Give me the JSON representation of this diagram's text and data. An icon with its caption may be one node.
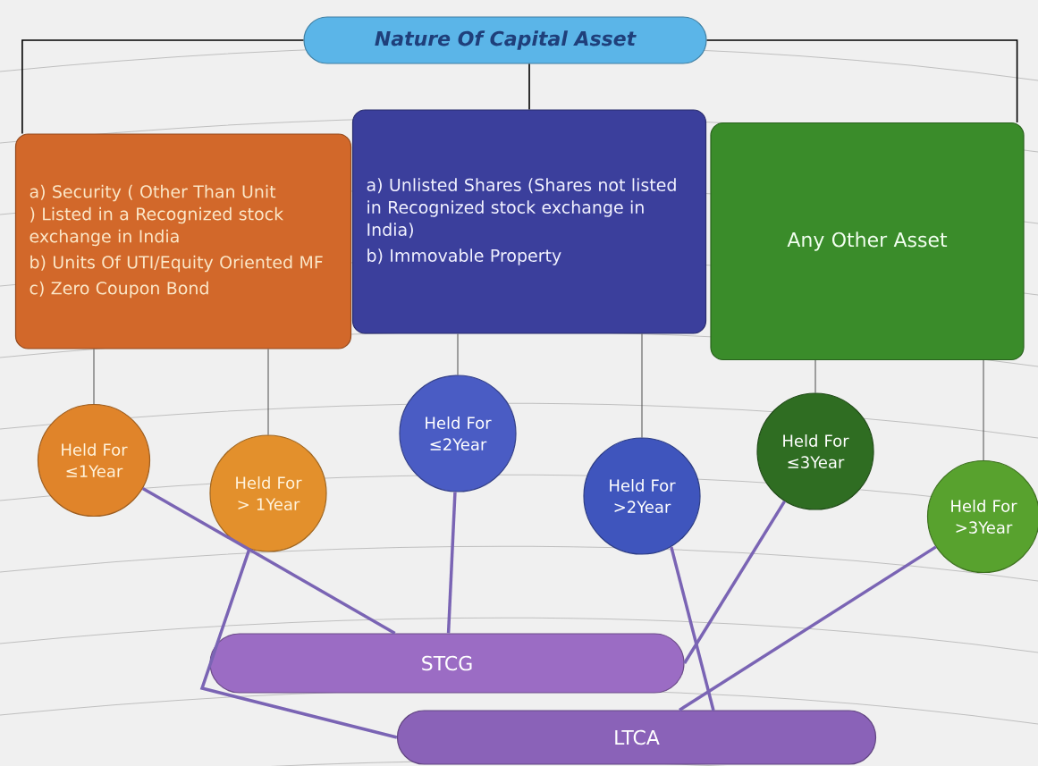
{
  "diagram": {
    "nodes": [
      {
        "text": [
          "Nature Of Capital Asset"
        ]
      },
      {
        "text": [
          "a) Security ( Other Than Unit ) Listed in a Recognized stock exchange in India",
          "b) Units Of UTI/Equity Oriented MF",
          "c) Zero Coupon Bond"
        ]
      },
      {
        "text": [
          "a) Unlisted Shares (Shares not listed in Recognized stock exchange in India)",
          "b) Immovable Property"
        ]
      },
      {
        "text": [
          "Any Other Asset"
        ]
      },
      {
        "text": [
          "Held For ≤1Year"
        ]
      },
      {
        "text": [
          "Held For > 1Year"
        ]
      },
      {
        "text": [
          "Held For ≤2Year"
        ]
      },
      {
        "text": [
          "Held For >2Year"
        ]
      },
      {
        "text": [
          "Held For ≤3Year"
        ]
      },
      {
        "text": [
          "Held For >3Year"
        ]
      },
      {
        "text": [
          "STCG"
        ]
      },
      {
        "text": [
          "LTCA"
        ]
      }
    ],
    "edges": [
      {
        "from": 0,
        "to": 1,
        "arrow": "none"
      },
      {
        "from": 0,
        "to": 2,
        "arrow": "none"
      },
      {
        "from": 0,
        "to": 3,
        "arrow": "none"
      },
      {
        "from": 1,
        "to": 4,
        "arrow": "none"
      },
      {
        "from": 1,
        "to": 5,
        "arrow": "none"
      },
      {
        "from": 2,
        "to": 6,
        "arrow": "none"
      },
      {
        "from": 2,
        "to": 7,
        "arrow": "none"
      },
      {
        "from": 3,
        "to": 8,
        "arrow": "none"
      },
      {
        "from": 3,
        "to": 9,
        "arrow": "none"
      },
      {
        "from": 4,
        "to": 10,
        "arrow": "none",
        "style": "thick",
        "color": "#7a64b4"
      },
      {
        "from": 5,
        "to": 11,
        "arrow": "none",
        "style": "thick",
        "color": "#7a64b4"
      },
      {
        "from": 6,
        "to": 10,
        "arrow": "none",
        "style": "thick",
        "color": "#7a64b4"
      },
      {
        "from": 7,
        "to": 11,
        "arrow": "none",
        "style": "thick",
        "color": "#7a64b4"
      },
      {
        "from": 8,
        "to": 10,
        "arrow": "none",
        "style": "thick",
        "color": "#7a64b4"
      },
      {
        "from": 9,
        "to": 11,
        "arrow": "none",
        "style": "thick",
        "color": "#7a64b4"
      }
    ]
  }
}
